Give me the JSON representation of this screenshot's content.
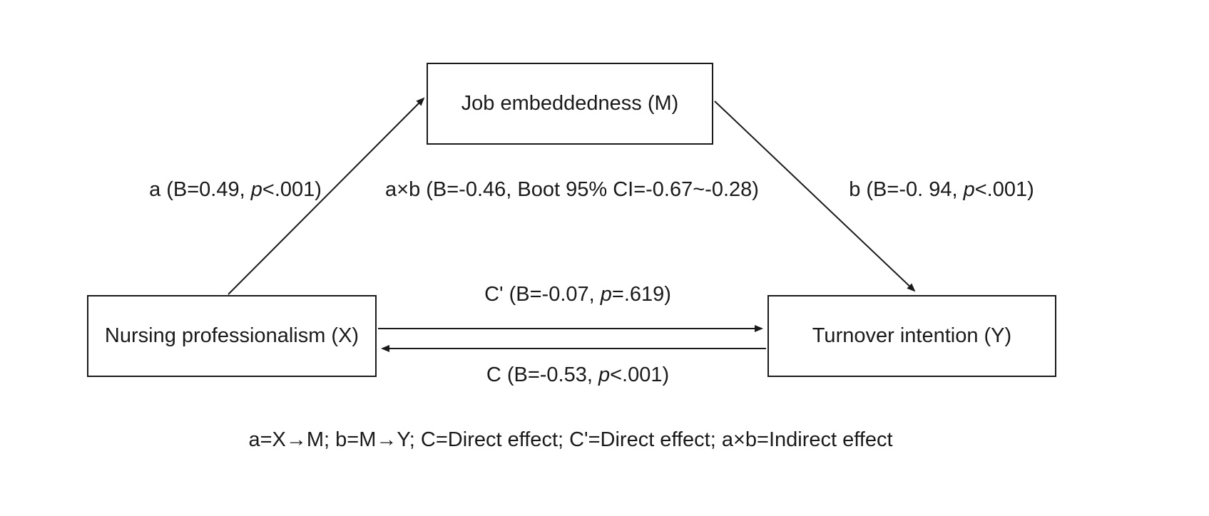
{
  "diagram": {
    "boxes": {
      "mediator": "Job embeddedness (M)",
      "independent": "Nursing professionalism (X)",
      "dependent": "Turnover intention (Y)"
    },
    "paths": {
      "a": {
        "pre": "a (B=0.49, ",
        "p": "p",
        "post": "<.001)"
      },
      "b": {
        "pre": "b (B=-0. 94, ",
        "p": "p",
        "post": "<.001)"
      },
      "ab": {
        "text": "a×b (B=-0.46, Boot 95% CI=-0.67~-0.28)"
      },
      "c_prime": {
        "pre": "C' (B=-0.07, ",
        "p": "p",
        "post": "=.619)"
      },
      "c": {
        "pre": "C (B=-0.53, ",
        "p": "p",
        "post": "<.001)"
      }
    },
    "note": "a=X→M; b=M→Y; C=Direct effect; C'=Direct effect; a×b=Indirect effect",
    "colors": {
      "line": "#1a1a1a",
      "background": "#ffffff"
    }
  }
}
